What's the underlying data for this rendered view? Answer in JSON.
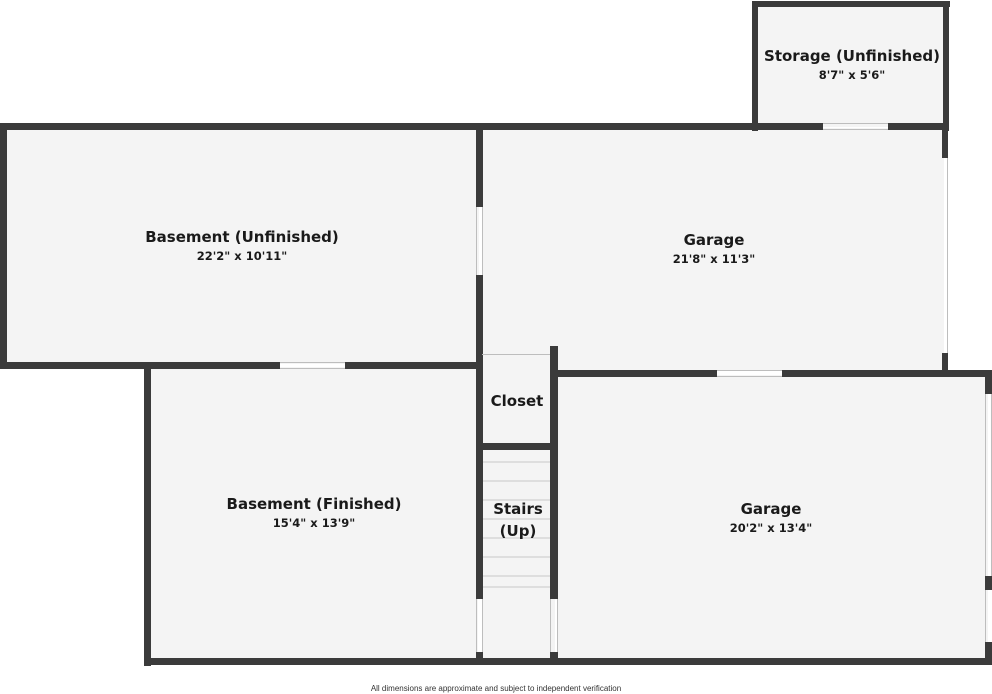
{
  "rooms": {
    "storage": {
      "name": "Storage (Unfinished)",
      "dim": "8'7\" x 5'6\""
    },
    "basement_unfin": {
      "name": "Basement (Unfinished)",
      "dim": "22'2\" x 10'11\""
    },
    "garage_top": {
      "name": "Garage",
      "dim": "21'8\" x 11'3\""
    },
    "closet": {
      "name": "Closet"
    },
    "basement_fin": {
      "name": "Basement (Finished)",
      "dim": "15'4\" x 13'9\""
    },
    "stairs": {
      "name_line1": "Stairs",
      "name_line2": "(Up)"
    },
    "garage_bottom": {
      "name": "Garage",
      "dim": "20'2\" x 13'4\""
    }
  },
  "footer": {
    "disclaimer": "All dimensions are approximate and subject to independent verification"
  },
  "colors": {
    "wall": "#3b3b3b",
    "floor": "#f4f4f4",
    "opening": "#ffffff",
    "stair_line": "#c8c8c8"
  }
}
